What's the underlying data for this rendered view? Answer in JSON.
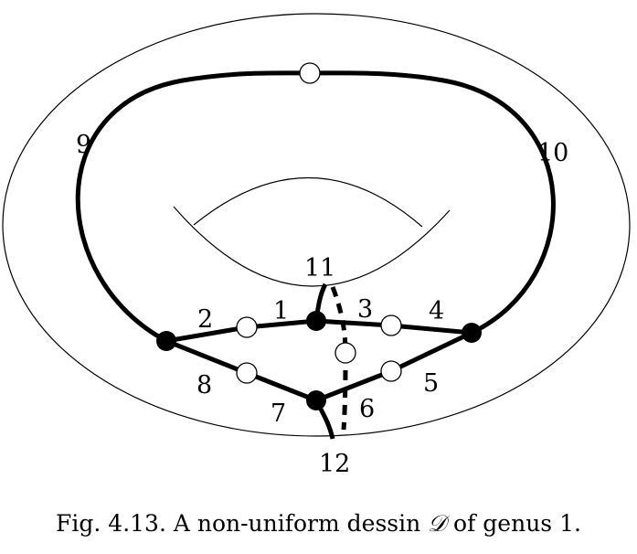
{
  "labels": {
    "e1": "1",
    "e2": "2",
    "e3": "3",
    "e4": "4",
    "e5": "5",
    "e6": "6",
    "e7": "7",
    "e8": "8",
    "e9": "9",
    "e10": "10",
    "e11": "11",
    "e12": "12"
  },
  "caption": {
    "prefix": "Fig. 4.13.  A non-uniform dessin ",
    "symbol": "𝒟",
    "suffix": " of genus 1."
  }
}
